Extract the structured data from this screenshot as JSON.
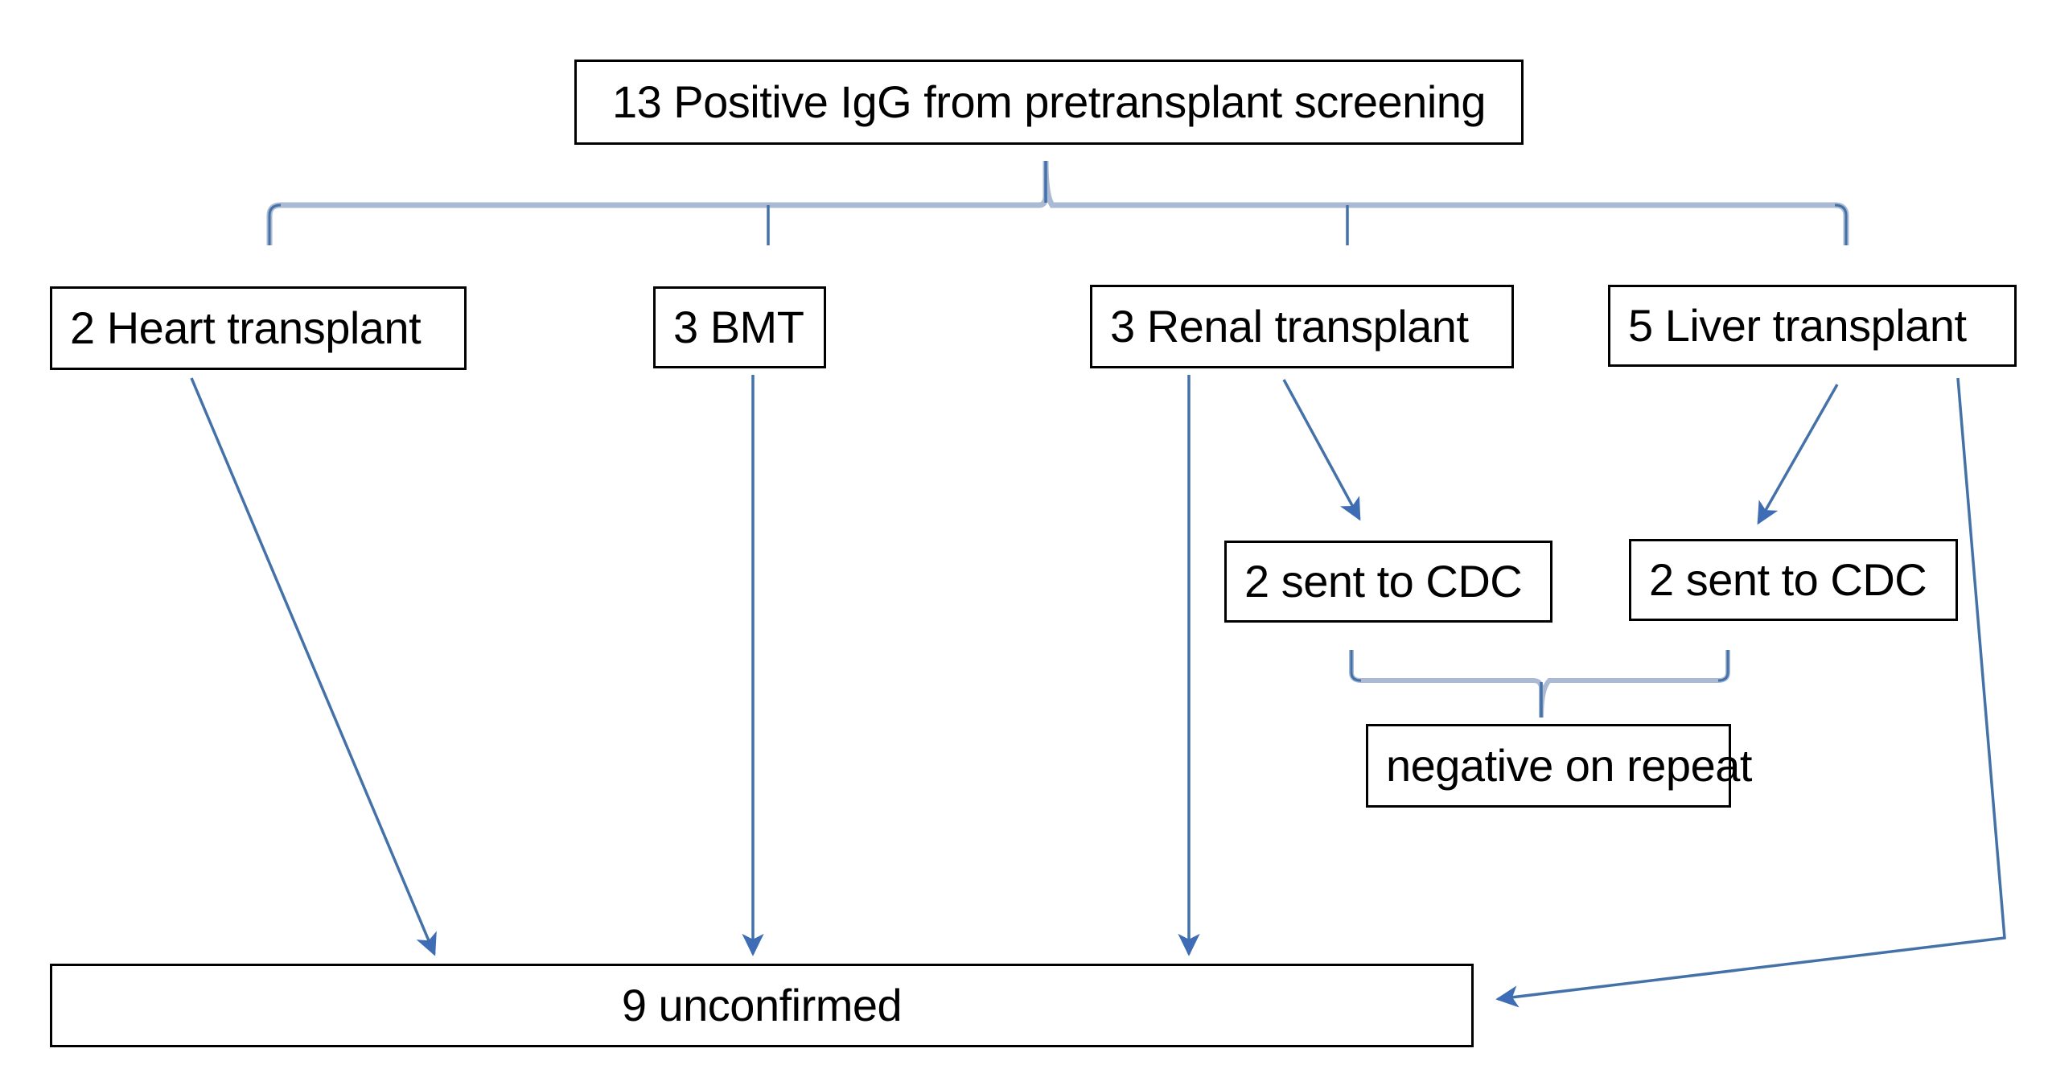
{
  "diagram": {
    "type": "flowchart",
    "title_box": "13 Positive IgG from pretransplant screening",
    "nodes": [
      {
        "id": "root",
        "label": "13 Positive IgG from pretransplant screening"
      },
      {
        "id": "heart",
        "label": "2 Heart transplant"
      },
      {
        "id": "bmt",
        "label": "3 BMT"
      },
      {
        "id": "renal",
        "label": "3 Renal transplant"
      },
      {
        "id": "liver",
        "label": "5 Liver transplant"
      },
      {
        "id": "cdc-renal",
        "label": "2 sent to CDC"
      },
      {
        "id": "cdc-liver",
        "label": "2 sent to CDC"
      },
      {
        "id": "negative",
        "label": "negative on repeat"
      },
      {
        "id": "unconfirmed",
        "label": "9 unconfirmed"
      }
    ],
    "edges": [
      {
        "from": "root",
        "to": "heart",
        "style": "bracket"
      },
      {
        "from": "root",
        "to": "bmt",
        "style": "bracket"
      },
      {
        "from": "root",
        "to": "renal",
        "style": "bracket"
      },
      {
        "from": "root",
        "to": "liver",
        "style": "bracket"
      },
      {
        "from": "heart",
        "to": "unconfirmed",
        "style": "arrow"
      },
      {
        "from": "bmt",
        "to": "unconfirmed",
        "style": "arrow"
      },
      {
        "from": "renal",
        "to": "unconfirmed",
        "style": "arrow"
      },
      {
        "from": "renal",
        "to": "cdc-renal",
        "style": "arrow"
      },
      {
        "from": "liver",
        "to": "cdc-liver",
        "style": "arrow"
      },
      {
        "from": "liver",
        "to": "unconfirmed",
        "style": "elbow-arrow"
      },
      {
        "from": "cdc-renal",
        "to": "negative",
        "style": "bracket"
      },
      {
        "from": "cdc-liver",
        "to": "negative",
        "style": "bracket"
      }
    ],
    "colors": {
      "connector": "#4472a8",
      "bracket": "#aab9d4",
      "box_border": "#000000",
      "text": "#000000",
      "background": "#ffffff"
    }
  }
}
